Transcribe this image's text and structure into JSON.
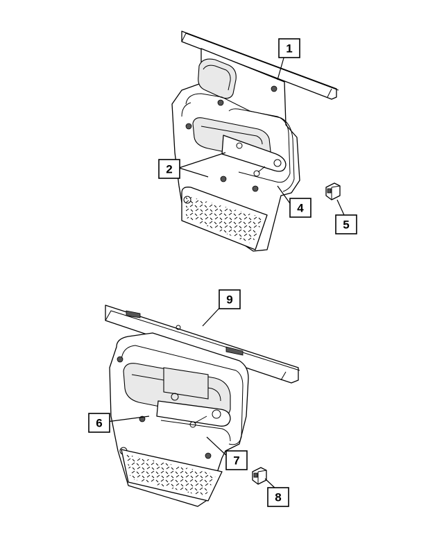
{
  "callouts": [
    {
      "id": "callout-1",
      "label": "1"
    },
    {
      "id": "callout-2",
      "label": "2"
    },
    {
      "id": "callout-4",
      "label": "4"
    },
    {
      "id": "callout-5",
      "label": "5"
    },
    {
      "id": "callout-6",
      "label": "6"
    },
    {
      "id": "callout-7",
      "label": "7"
    },
    {
      "id": "callout-8",
      "label": "8"
    },
    {
      "id": "callout-9",
      "label": "9"
    }
  ]
}
